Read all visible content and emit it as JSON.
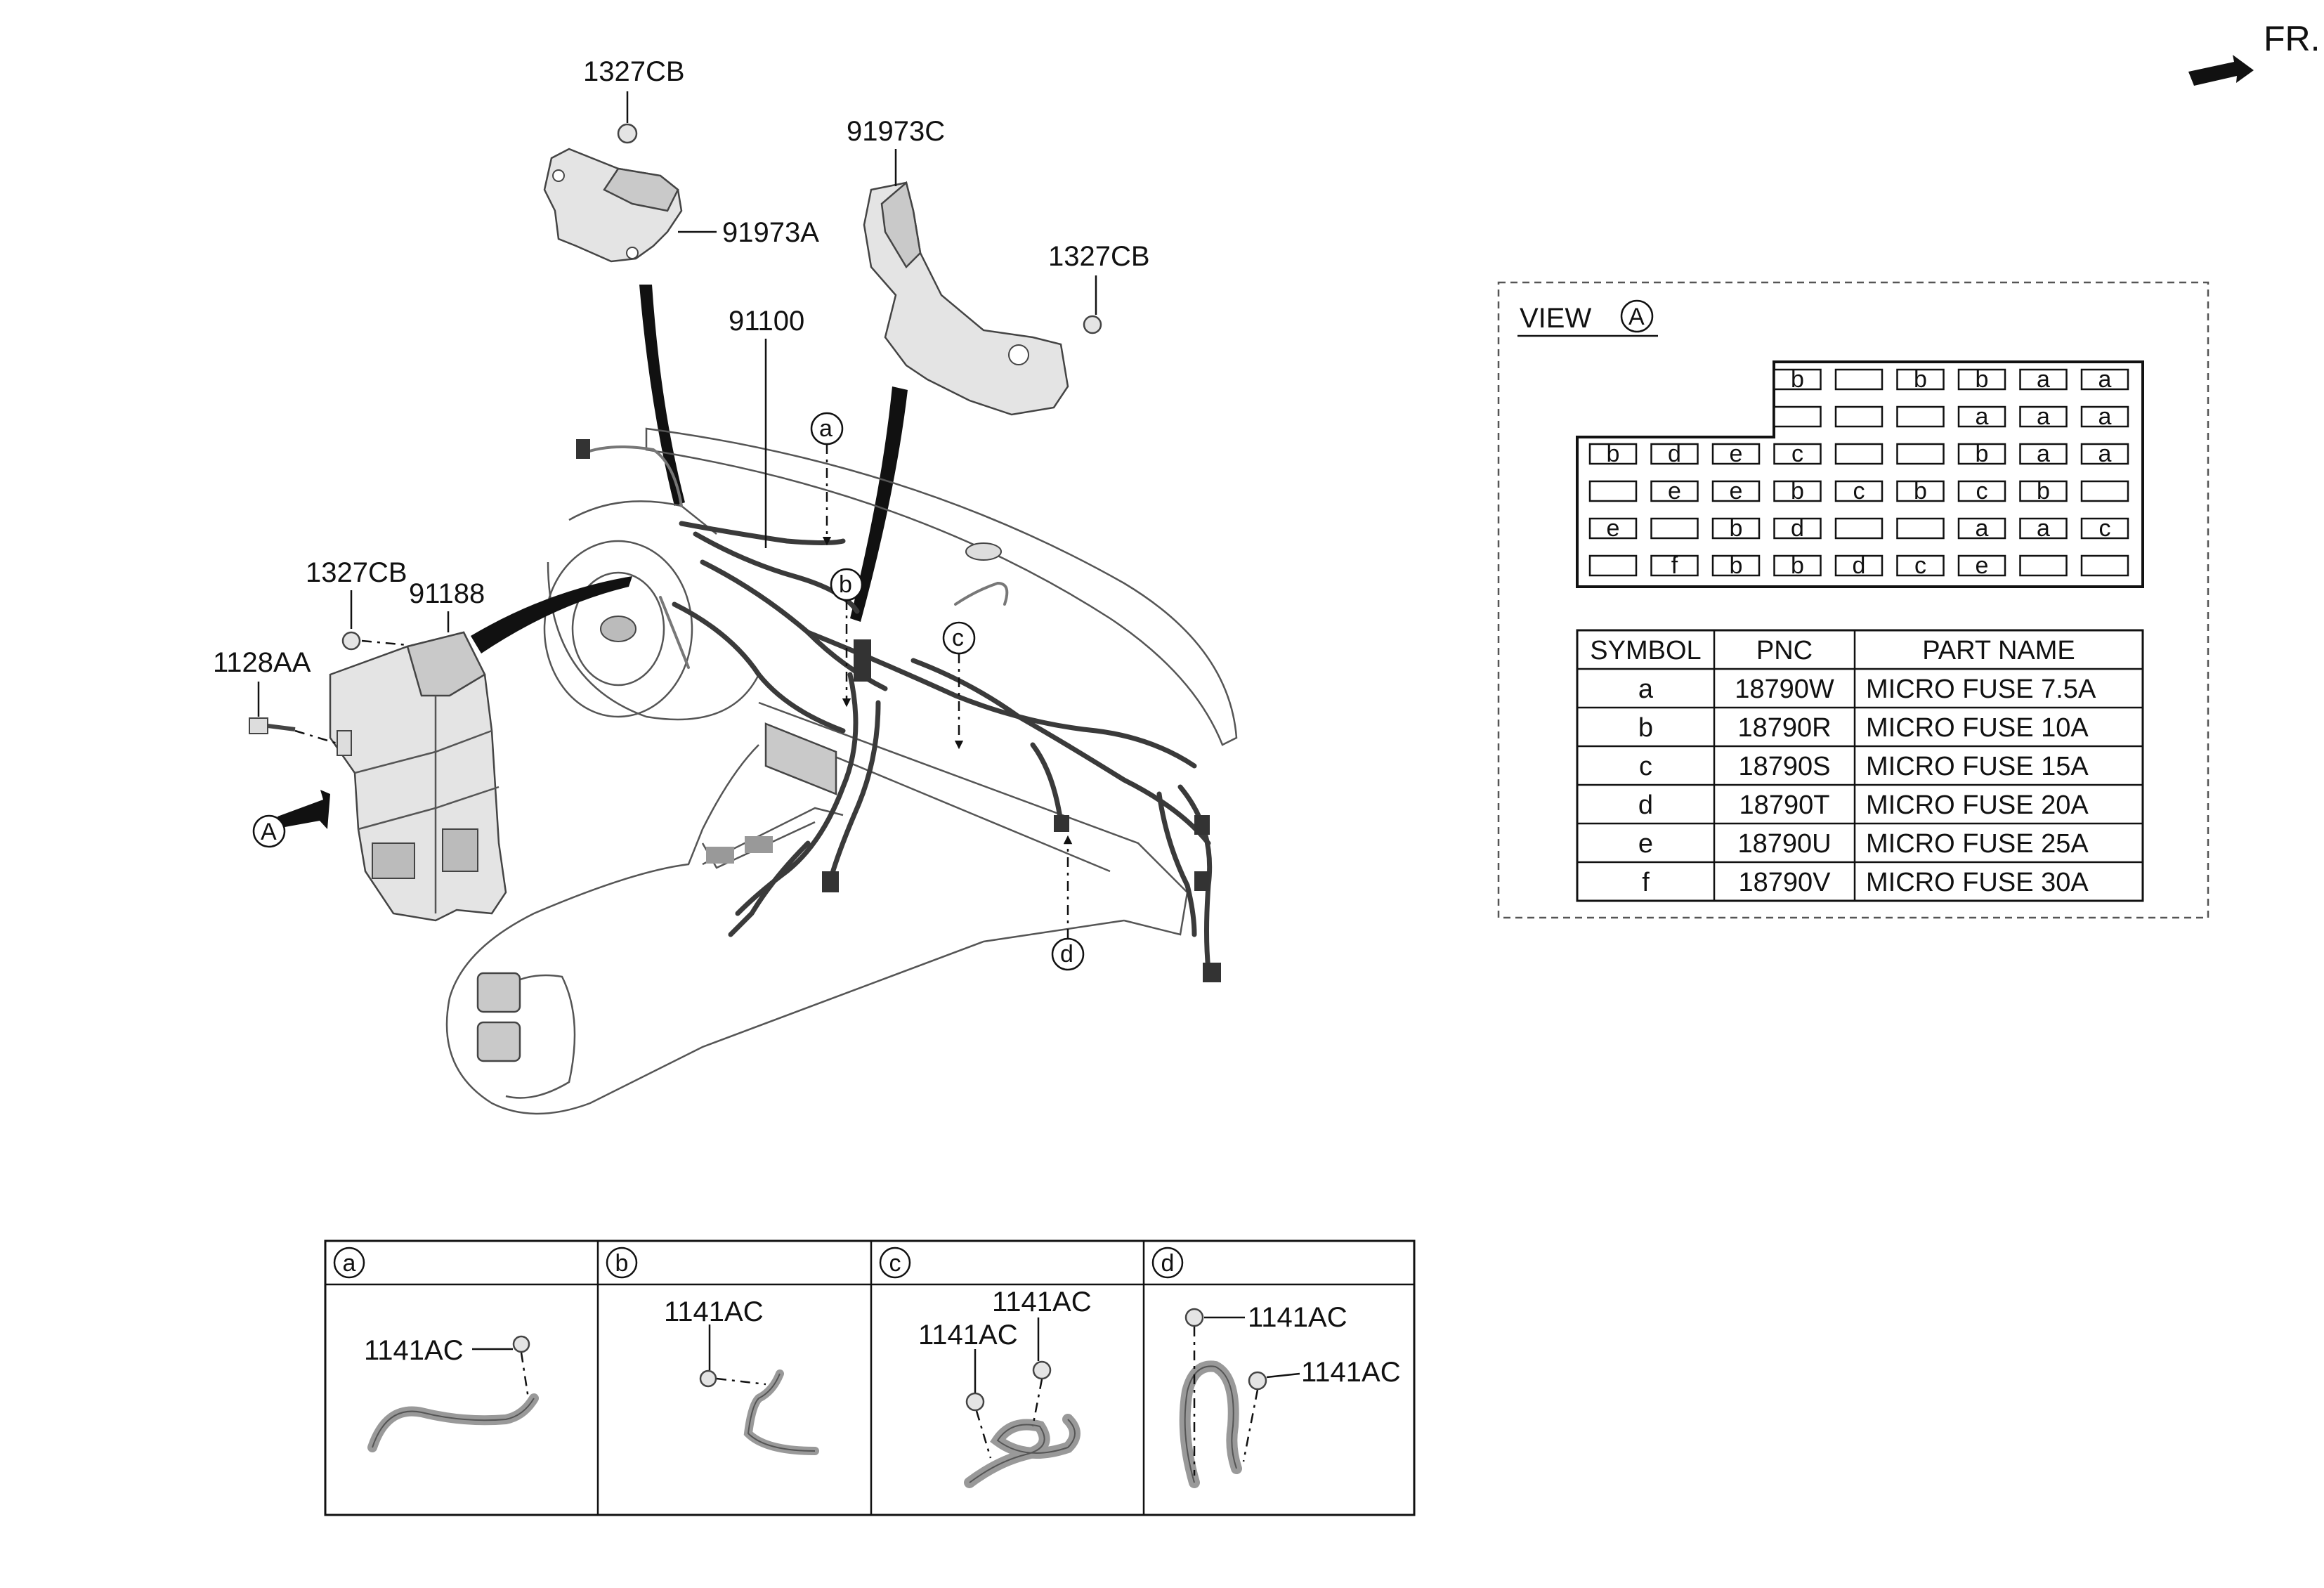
{
  "orientation": "FR.",
  "callouts": {
    "c1327cb_top": "1327CB",
    "c91973a": "91973A",
    "c91973c": "91973C",
    "c1327cb_right": "1327CB",
    "c91100": "91100",
    "c1327cb_left": "1327CB",
    "c91188": "91188",
    "c1128aa": "1128AA",
    "view_marker": "A",
    "a": "a",
    "b": "b",
    "c": "c",
    "d": "d"
  },
  "view": {
    "title": "VIEW",
    "marker": "A",
    "fuse_rows": [
      [
        "",
        "",
        "",
        "b",
        "",
        "b",
        "b",
        "a",
        "a"
      ],
      [
        "",
        "",
        "",
        "",
        "",
        "",
        "a",
        "a",
        "a"
      ],
      [
        "b",
        "d",
        "e",
        "c",
        "",
        "",
        "b",
        "a",
        "a"
      ],
      [
        "",
        "e",
        "e",
        "b",
        "c",
        "b",
        "c",
        "b",
        ""
      ],
      [
        "e",
        "",
        "b",
        "d",
        "",
        "",
        "a",
        "a",
        "c"
      ],
      [
        "",
        "f",
        "b",
        "b",
        "d",
        "c",
        "e",
        "",
        ""
      ]
    ]
  },
  "fuse_table": {
    "headers": [
      "SYMBOL",
      "PNC",
      "PART NAME"
    ],
    "rows": [
      [
        "a",
        "18790W",
        "MICRO FUSE 7.5A"
      ],
      [
        "b",
        "18790R",
        "MICRO FUSE 10A"
      ],
      [
        "c",
        "18790S",
        "MICRO FUSE 15A"
      ],
      [
        "d",
        "18790T",
        "MICRO FUSE 20A"
      ],
      [
        "e",
        "18790U",
        "MICRO FUSE 25A"
      ],
      [
        "f",
        "18790V",
        "MICRO FUSE 30A"
      ]
    ]
  },
  "details": [
    {
      "key": "a",
      "labels": [
        "1141AC"
      ]
    },
    {
      "key": "b",
      "labels": [
        "1141AC"
      ]
    },
    {
      "key": "c",
      "labels": [
        "1141AC",
        "1141AC"
      ]
    },
    {
      "key": "d",
      "labels": [
        "1141AC",
        "1141AC"
      ]
    }
  ]
}
